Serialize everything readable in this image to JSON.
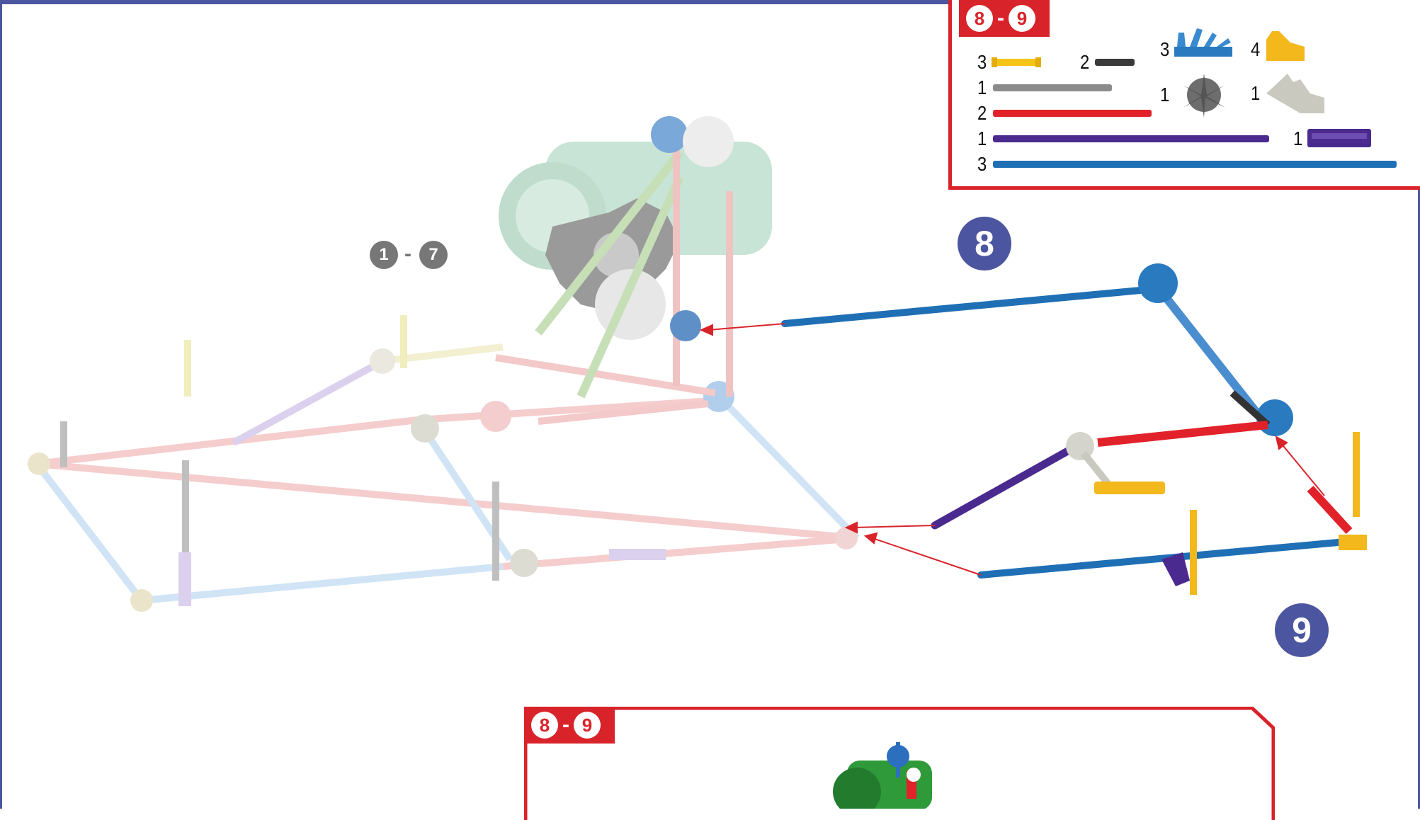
{
  "parts_box": {
    "range_start": "8",
    "range_sep": "-",
    "range_end": "9",
    "parts": [
      {
        "qty": "3",
        "part": "yellow-rod",
        "color": "#f6c417"
      },
      {
        "qty": "2",
        "part": "dark-gray-connector-rod",
        "color": "#3a3a3a"
      },
      {
        "qty": "1",
        "part": "gray-rod",
        "color": "#8c8c8c"
      },
      {
        "qty": "2",
        "part": "red-rod",
        "color": "#e2222a"
      },
      {
        "qty": "1",
        "part": "purple-rod",
        "color": "#4b2a8f"
      },
      {
        "qty": "3",
        "part": "blue-rod",
        "color": "#1f6fb5"
      },
      {
        "qty": "3",
        "part": "blue-connector",
        "color": "#2a7ac0"
      },
      {
        "qty": "1",
        "part": "gray-connector",
        "color": "#6d6d6d"
      },
      {
        "qty": "4",
        "part": "yellow-connector",
        "color": "#f2b81c"
      },
      {
        "qty": "1",
        "part": "white-connector",
        "color": "#c9c9c0"
      },
      {
        "qty": "1",
        "part": "purple-hinge-connector",
        "color": "#4b2a8f"
      }
    ]
  },
  "steps": {
    "prev_start": "1",
    "prev_sep": "-",
    "prev_end": "7",
    "step_a": "8",
    "step_b": "9"
  },
  "check_box": {
    "range_start": "8",
    "range_sep": "-",
    "range_end": "9"
  },
  "colors": {
    "accent_red": "#d9232a",
    "step_blue": "#4c559f"
  }
}
